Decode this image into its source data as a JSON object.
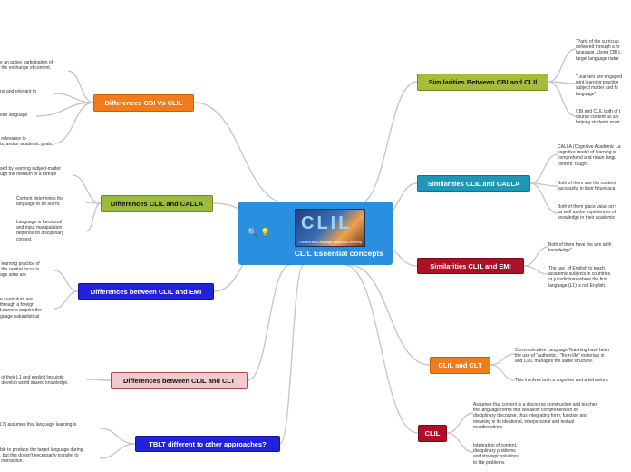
{
  "center": {
    "title": "CLIL Essential concepts",
    "logo_text": "CLIL",
    "logo_caption": "Content and Language Integrated Learning",
    "icons": [
      "magnifier-icon",
      "lightbulb-icon"
    ]
  },
  "colors": {
    "center": "#2b8fe0",
    "orange": "#f07c1b",
    "green": "#9bbb3b",
    "blue": "#2222dd",
    "pink": "#f2c9cc",
    "olive": "#a5bd3a",
    "teal": "#1f98b8",
    "crimson": "#b01027"
  },
  "left": [
    {
      "label": "Differences CBI  Vs CLIL",
      "leaves": [
        "e an active participation of\n the exchange of content.",
        "ng and relevant to",
        "ean language",
        " relevance to\nts, and/or academic goals."
      ]
    },
    {
      "label": "Differences CLIL and CALLA",
      "leaves": [
        "sed by learning subject-matter\nugh the medium of a foreign",
        "Content determines the\nlanguage to be learnt.",
        "Language is functional\nand input manipulation\ndepends on disciplinary\ncontext."
      ]
    },
    {
      "label": "Differences between CLIL and EMI",
      "leaves": [
        " learning practice of\n the central focus is\nage aims are",
        "e curriculum are\nthrough a foreign\nLearners acquire the\nguage naturalistical"
      ]
    },
    {
      "label": "Differences between CLIL and CLT",
      "leaves": [
        " of their L1 and explicit linguistic\n develop world shared knowledge."
      ]
    },
    {
      "label": "TBLT different to other approaches?",
      "leaves": [
        "LT) assumes that language learning is",
        "ble to produce the target language during\n, but this doesn't necessarily transfer to\n interaction."
      ]
    }
  ],
  "right": [
    {
      "label": "Similarities Between CBI and CLIl",
      "leaves": [
        "\"Parts of the curriculu\ndelivered through a fo\nlanguage. Using CBI L\ntarget language natur",
        "\"Learners are engaged\njoint learning practice\nsubject matter and fo\nlanguage\"",
        "CBI and CLIL both of t\ncourse content as a v\nhelping students mast"
      ]
    },
    {
      "label": "Similarities CLIL and  CALLA",
      "leaves": [
        "CALLA (Cognitive Academic La\ncognitive model of learning is\ncomprehend and retain langu\ncontent  taught.",
        "Both of them use the content\nsuccessful in their future aca",
        "Both of them place value on t\nas well as the experiences of\nknowledge in their academic"
      ]
    },
    {
      "label": "Similarities CLIL and  EMI",
      "leaves": [
        "Both of them have the aim at th\nknowledge\"",
        "The use  of English to teach\nacademic subjects in countries\nor jurisdictions where the first\nlanguage (L1) is not English."
      ]
    },
    {
      "label": "CLIL and CLT",
      "leaves": [
        "Communicative Language Teaching have been\nthe use of \"authentic,\" \"from-life\" materials in\nand CLIL manages the same structure.",
        "This involves both a cognitive and a behaviora"
      ]
    },
    {
      "label": "CLIL",
      "leaves": [
        "Assumes that content is a discourse construction and teaches\nthe language forms that will allow comprehension of\ndisciplinary discourse, thus integrating form, function and\nmeaning in its ideational, interpersonal and textual\nmanifestations.",
        "Integration of content,\ndisciplinary problems\nand strategic solutions\nto the problems"
      ]
    }
  ]
}
